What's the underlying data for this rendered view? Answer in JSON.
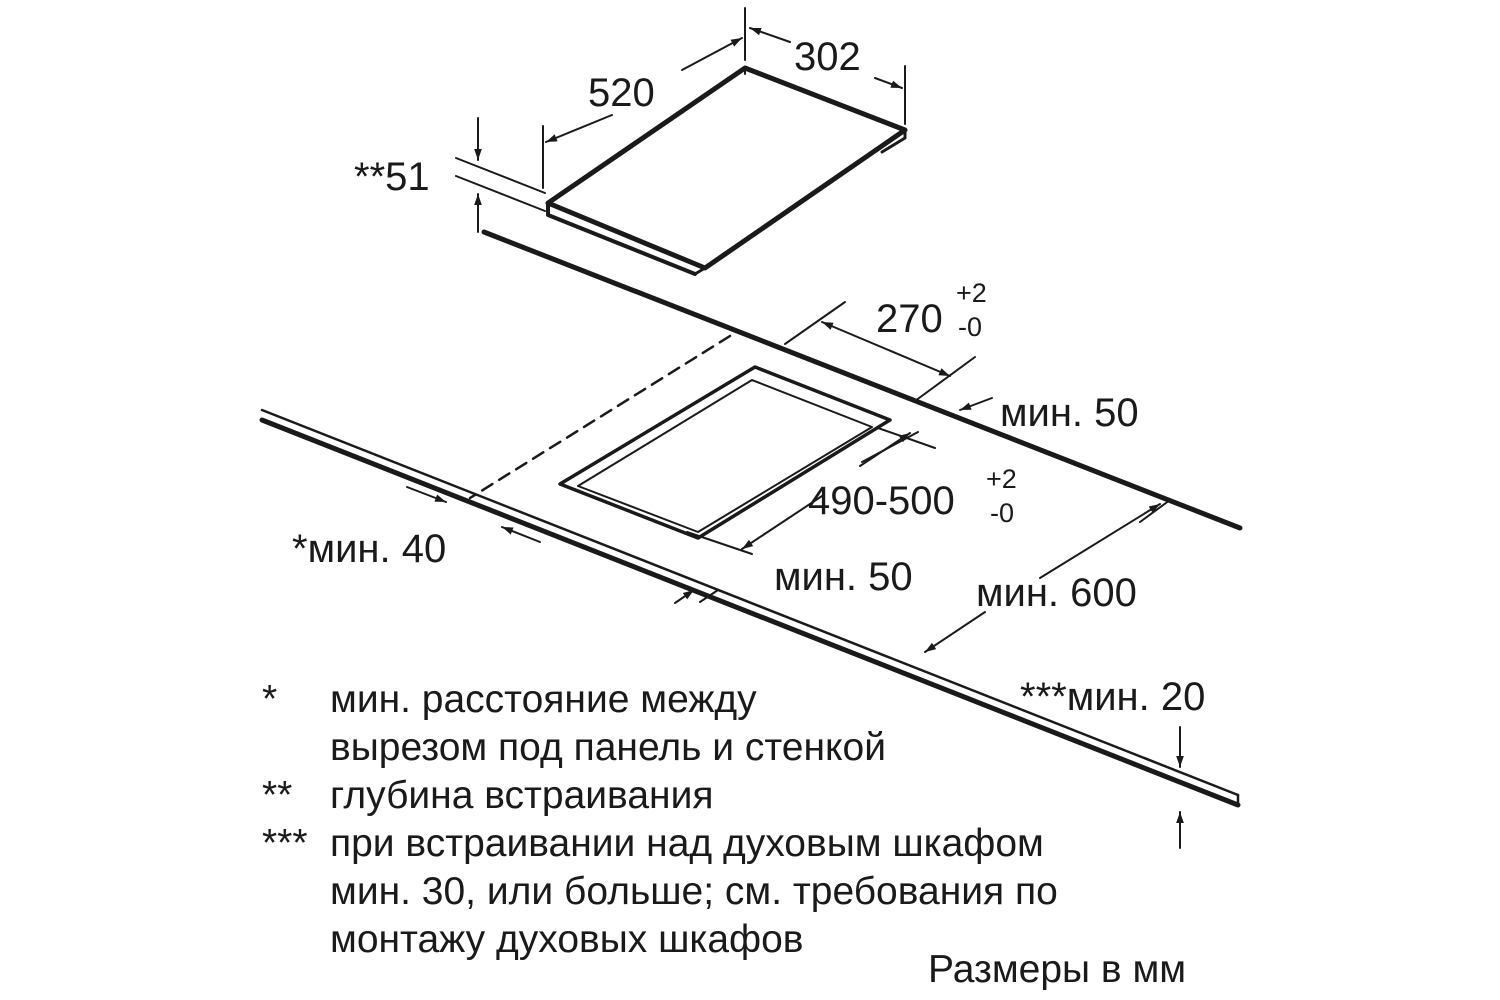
{
  "dims": {
    "length": "520",
    "width": "302",
    "depth": "**51",
    "cutout_w": "270",
    "cutout_w_tol_plus": "+2",
    "cutout_w_tol_minus": "-0",
    "cutout_l": "490-500",
    "cutout_l_tol_plus": "+2",
    "cutout_l_tol_minus": "-0",
    "back_gap": "мин. 50",
    "wall_gap": "*мин. 40",
    "front_gap": "мин. 50",
    "worktop_depth": "мин. 600",
    "worktop_thickness": "***мин. 20"
  },
  "notes": [
    {
      "mark": "*",
      "lines": [
        "мин. расстояние между",
        "вырезом под панель и стенкой"
      ]
    },
    {
      "mark": "**",
      "lines": [
        "глубина встраивания"
      ]
    },
    {
      "mark": "***",
      "lines": [
        "при встраивании над духовым шкафом",
        "мин. 30, или больше; см. требования по",
        "монтажу духовых шкафов"
      ]
    }
  ],
  "units": "Размеры в мм"
}
